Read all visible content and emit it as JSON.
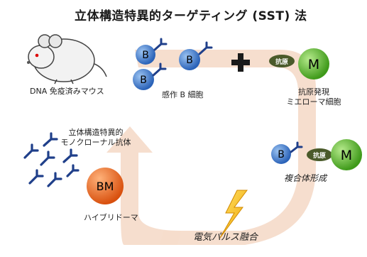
{
  "title": "立体構造特異的ターゲティング (SST) 法",
  "labels": {
    "mouse": "DNA 免疫済みマウス",
    "b_cells": "感作 B 細胞",
    "myeloma_line1": "抗原発現",
    "myeloma_line2": "ミエローマ細胞",
    "complex": "複合体形成",
    "pulse": "電気パルス融合",
    "hybridoma": "ハイブリドーマ",
    "antibody_line1": "立体構造特異的",
    "antibody_line2": "モノクローナル抗体"
  },
  "cells": {
    "b_letter": "B",
    "m_letter": "M",
    "bm_letter": "BM",
    "antigen_tag": "抗原",
    "plus": "+"
  },
  "colors": {
    "cycle_arrow": "#f6dccb",
    "b_cell": "#3b78d0",
    "m_cell": "#5cb830",
    "bm_cell": "#e8601a",
    "antigen": "#4a5a2a",
    "antibody": "#1f3f8a",
    "bolt": "#f5b800"
  }
}
